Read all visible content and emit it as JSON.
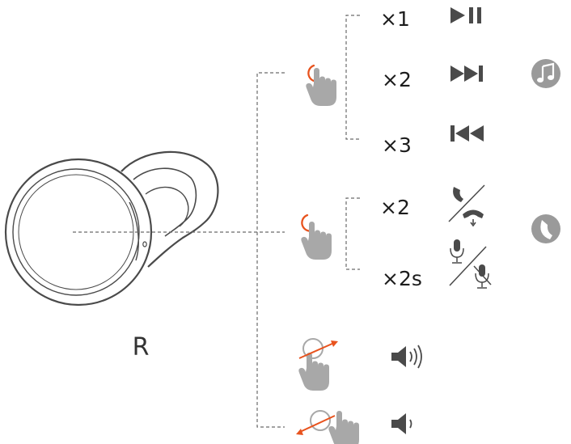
{
  "side_label": "R",
  "colors": {
    "line": "#4a4a4a",
    "dash": "#6b6b6b",
    "icon": "#4a4a4a",
    "hand": "#a8a8a8",
    "accent": "#e8531e",
    "badge": "#9a9a9a"
  },
  "groups": [
    {
      "name": "music-controls",
      "badge_icon": "music-note-icon",
      "items": [
        {
          "taps": "×1",
          "icon": "play-pause-icon"
        },
        {
          "taps": "×2",
          "icon": "next-track-icon"
        },
        {
          "taps": "×3",
          "icon": "previous-track-icon"
        }
      ]
    },
    {
      "name": "call-controls",
      "badge_icon": "phone-icon",
      "items": [
        {
          "taps": "×2",
          "icon": "answer-end-call-icon"
        },
        {
          "taps": "×2s",
          "icon": "mute-unmute-mic-icon"
        }
      ]
    }
  ],
  "swipes": [
    {
      "direction": "up",
      "icon": "volume-up-icon"
    },
    {
      "direction": "down",
      "icon": "volume-down-icon"
    }
  ]
}
